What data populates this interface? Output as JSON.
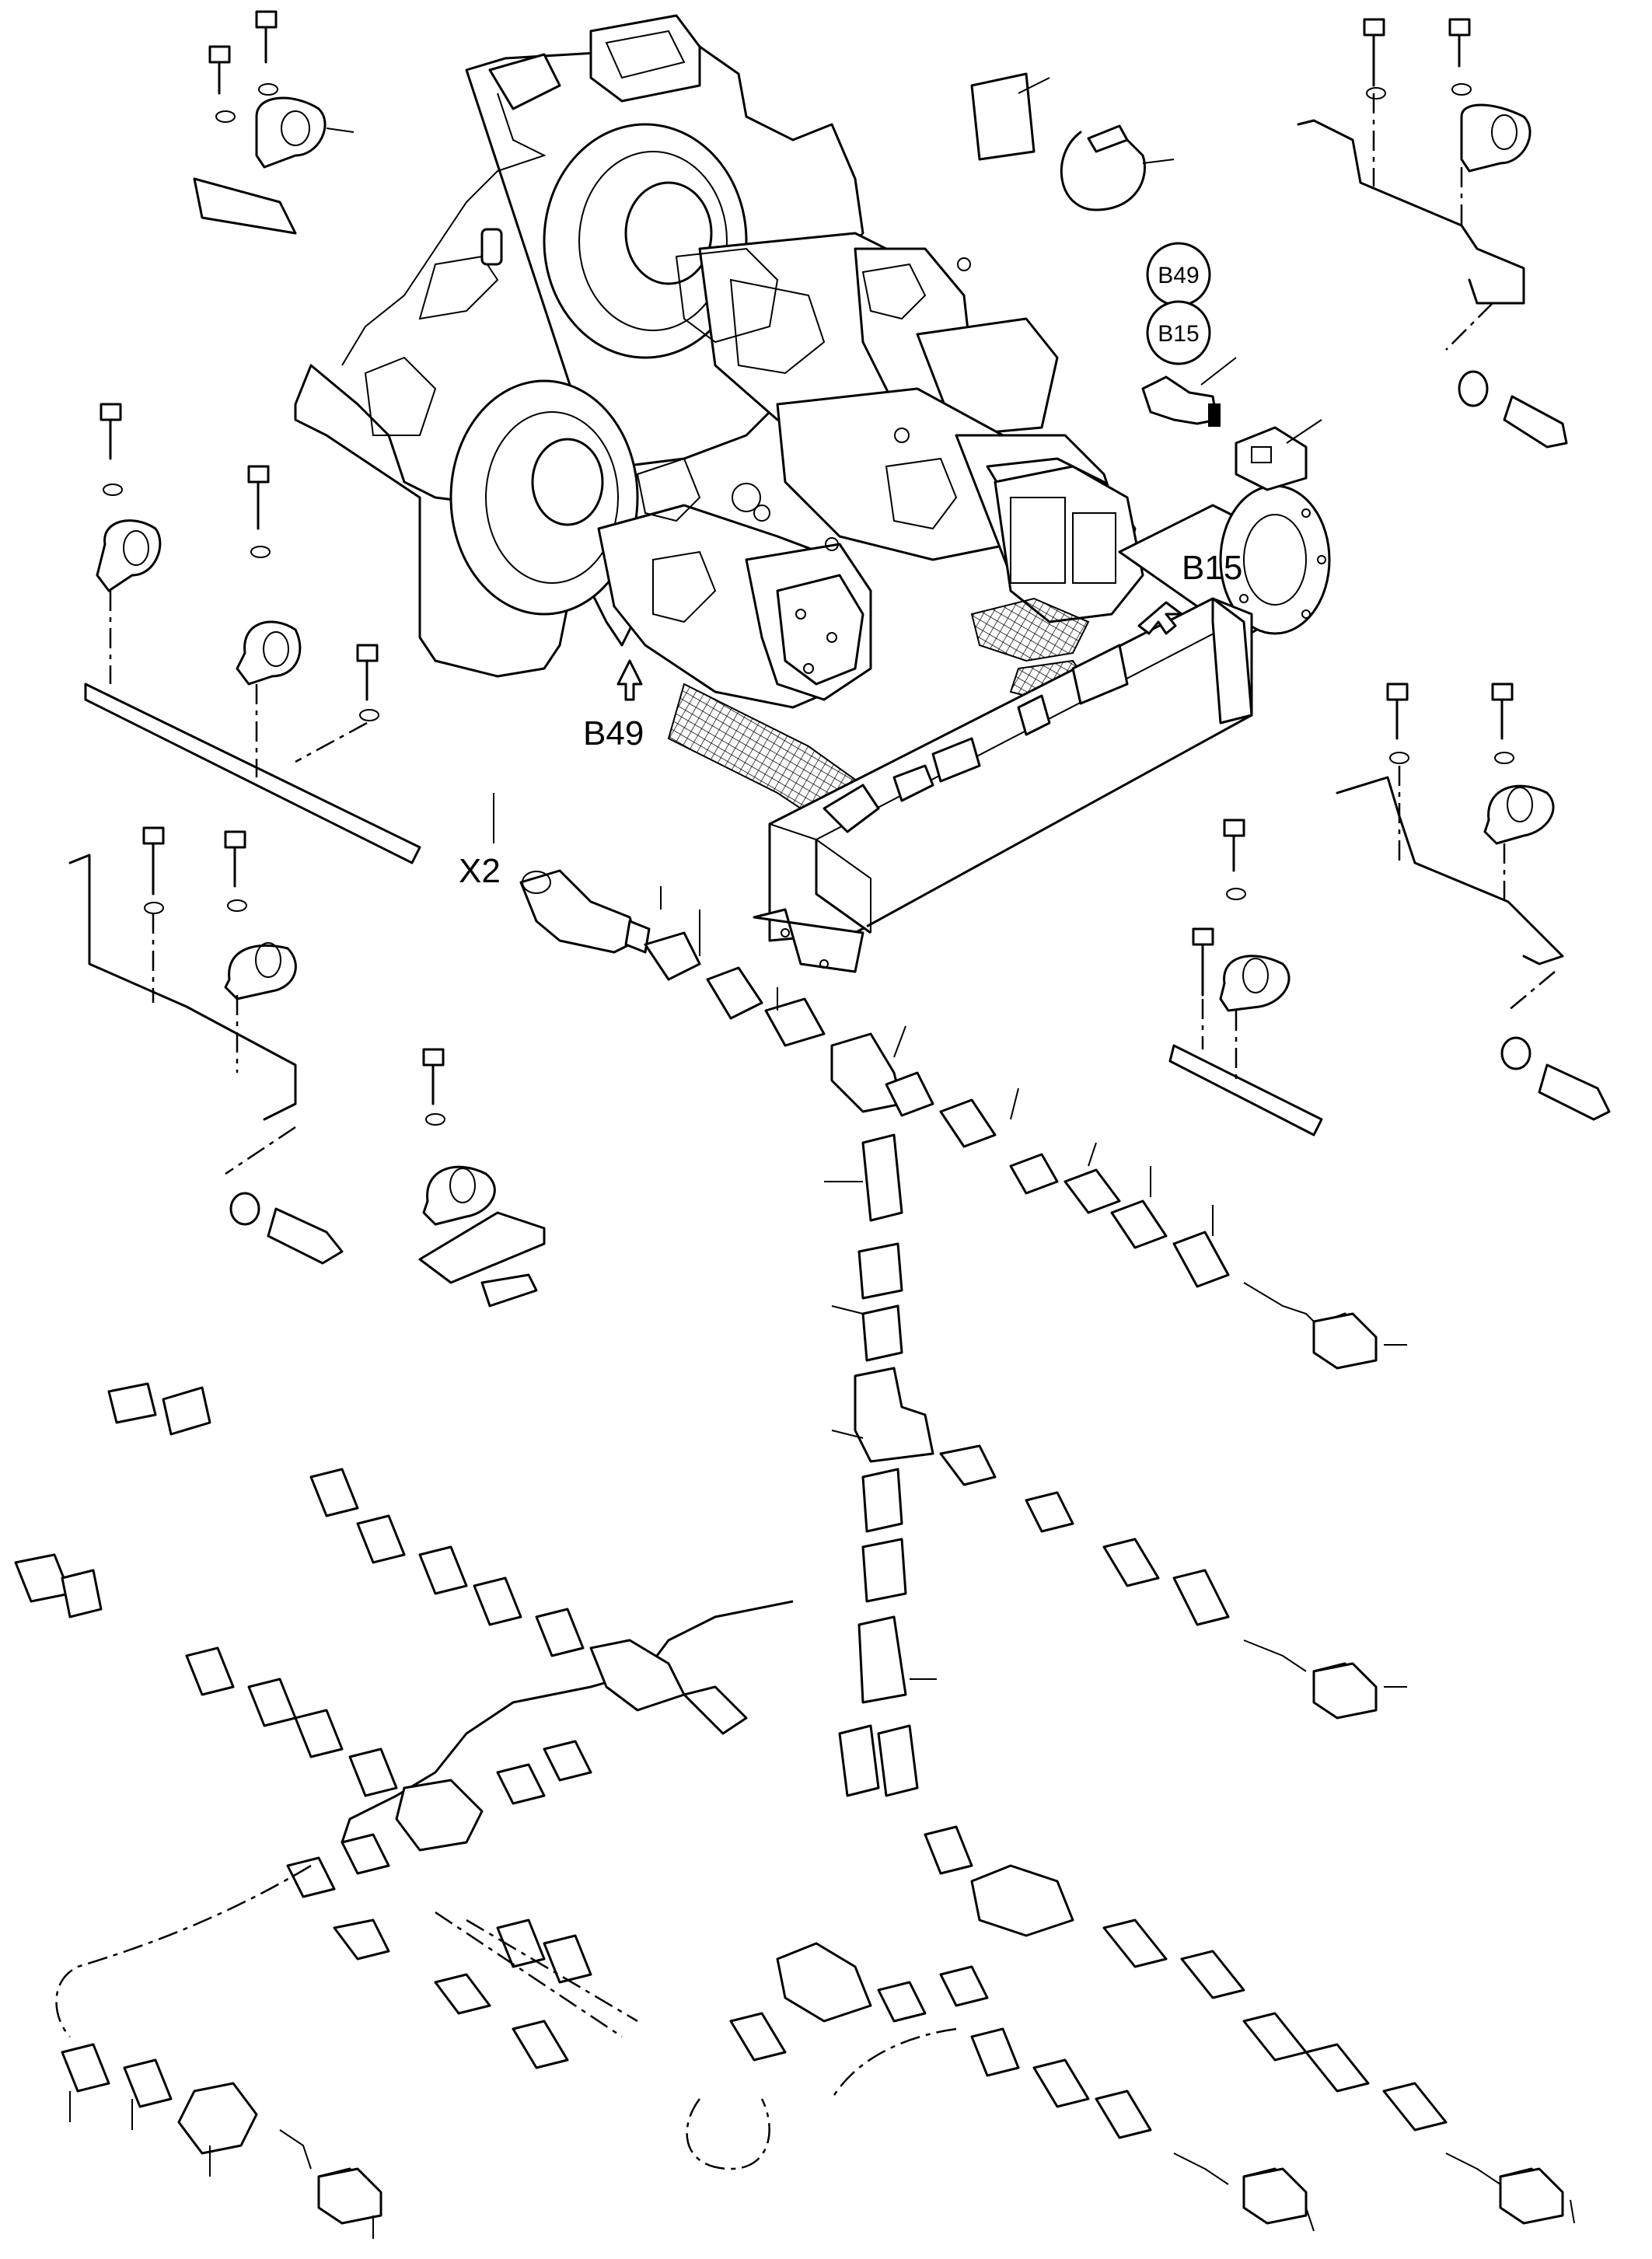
{
  "callouts": {
    "x2": "X2",
    "b49": "B49",
    "b15": "B15"
  },
  "bubbles": {
    "top": "B49",
    "bottom": "B15"
  }
}
